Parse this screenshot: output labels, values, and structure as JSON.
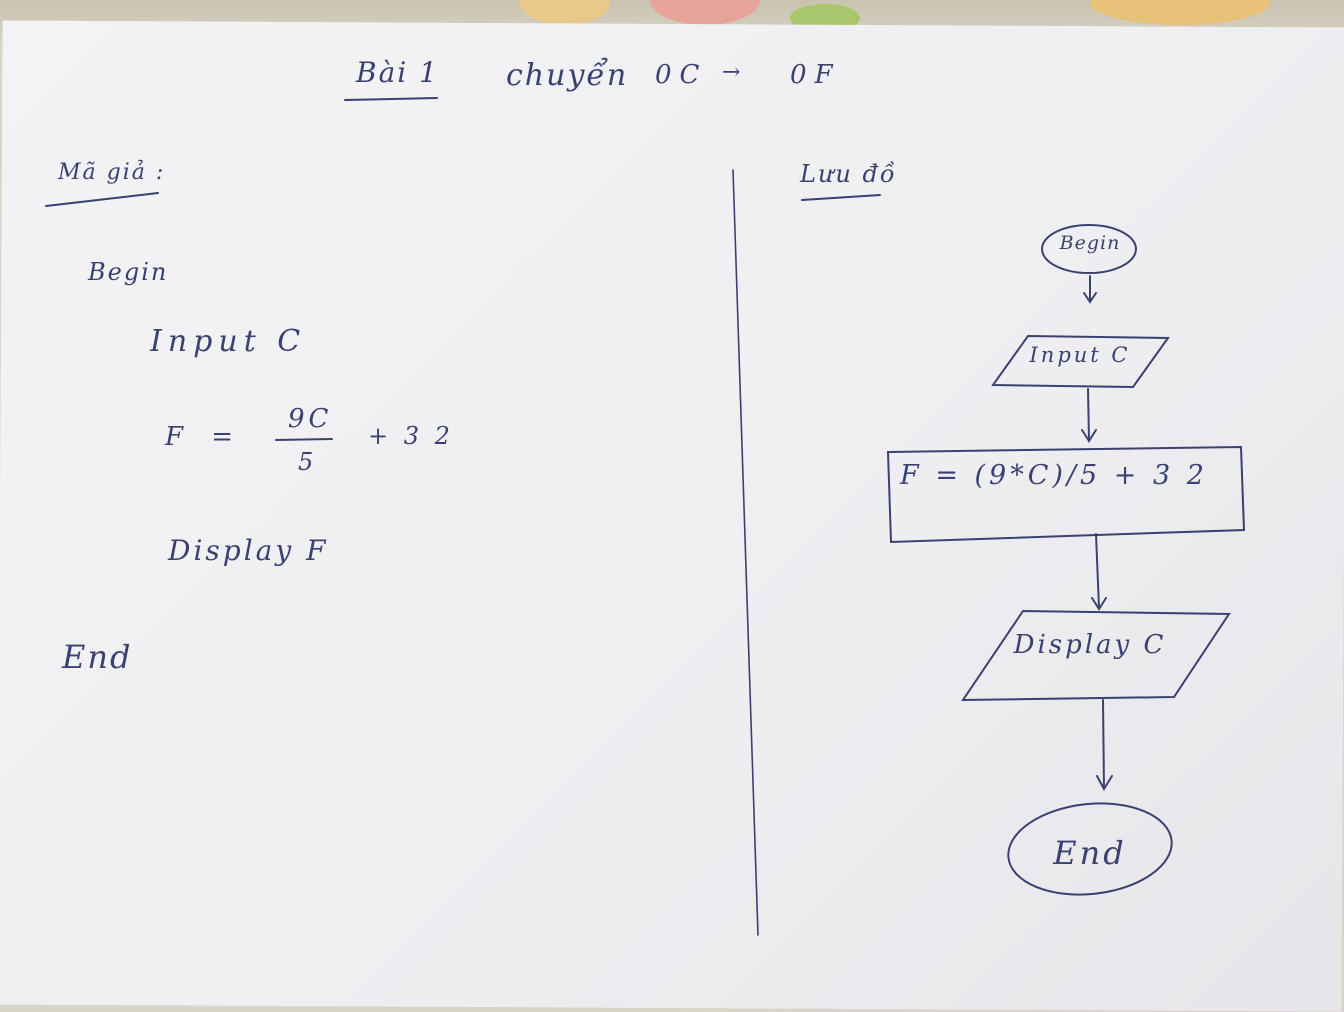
{
  "title": {
    "exercise": "Bài 1",
    "text": "chuyển",
    "from": "0C",
    "arrow": "→",
    "to": "0F"
  },
  "pseudocode": {
    "heading": "Mã giả :",
    "begin": "Begin",
    "input": "Input C",
    "formula_lhs": "F =",
    "numerator": "9C",
    "denominator": "5",
    "formula_tail": "+ 3 2",
    "display": "Display F",
    "end": "End"
  },
  "flowchart": {
    "heading": "Lưu đồ",
    "begin": "Begin",
    "input": "Input C",
    "process": "F = (9*C)/5 + 3 2",
    "output": "Display C",
    "end": "End"
  },
  "colors": {
    "ink": "#3a4170",
    "paper": "#f1f1f4"
  }
}
